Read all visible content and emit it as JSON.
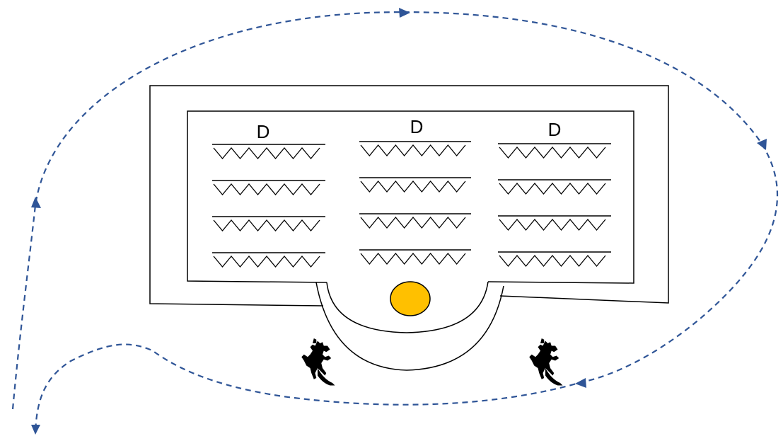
{
  "colors": {
    "background": "#ffffff",
    "outline": "#000000",
    "path": "#2f5597",
    "sun": "#ffc000",
    "sun_outline": "#000000",
    "horse": "#000000"
  },
  "columns": [
    {
      "label": "D"
    },
    {
      "label": "D"
    },
    {
      "label": "D"
    }
  ],
  "rows_per_column": 4,
  "icons": {
    "sun": "sun-circle",
    "horses": [
      "horse-rider-icon",
      "horse-rider-icon"
    ],
    "path": "dashed-arrow-path"
  }
}
